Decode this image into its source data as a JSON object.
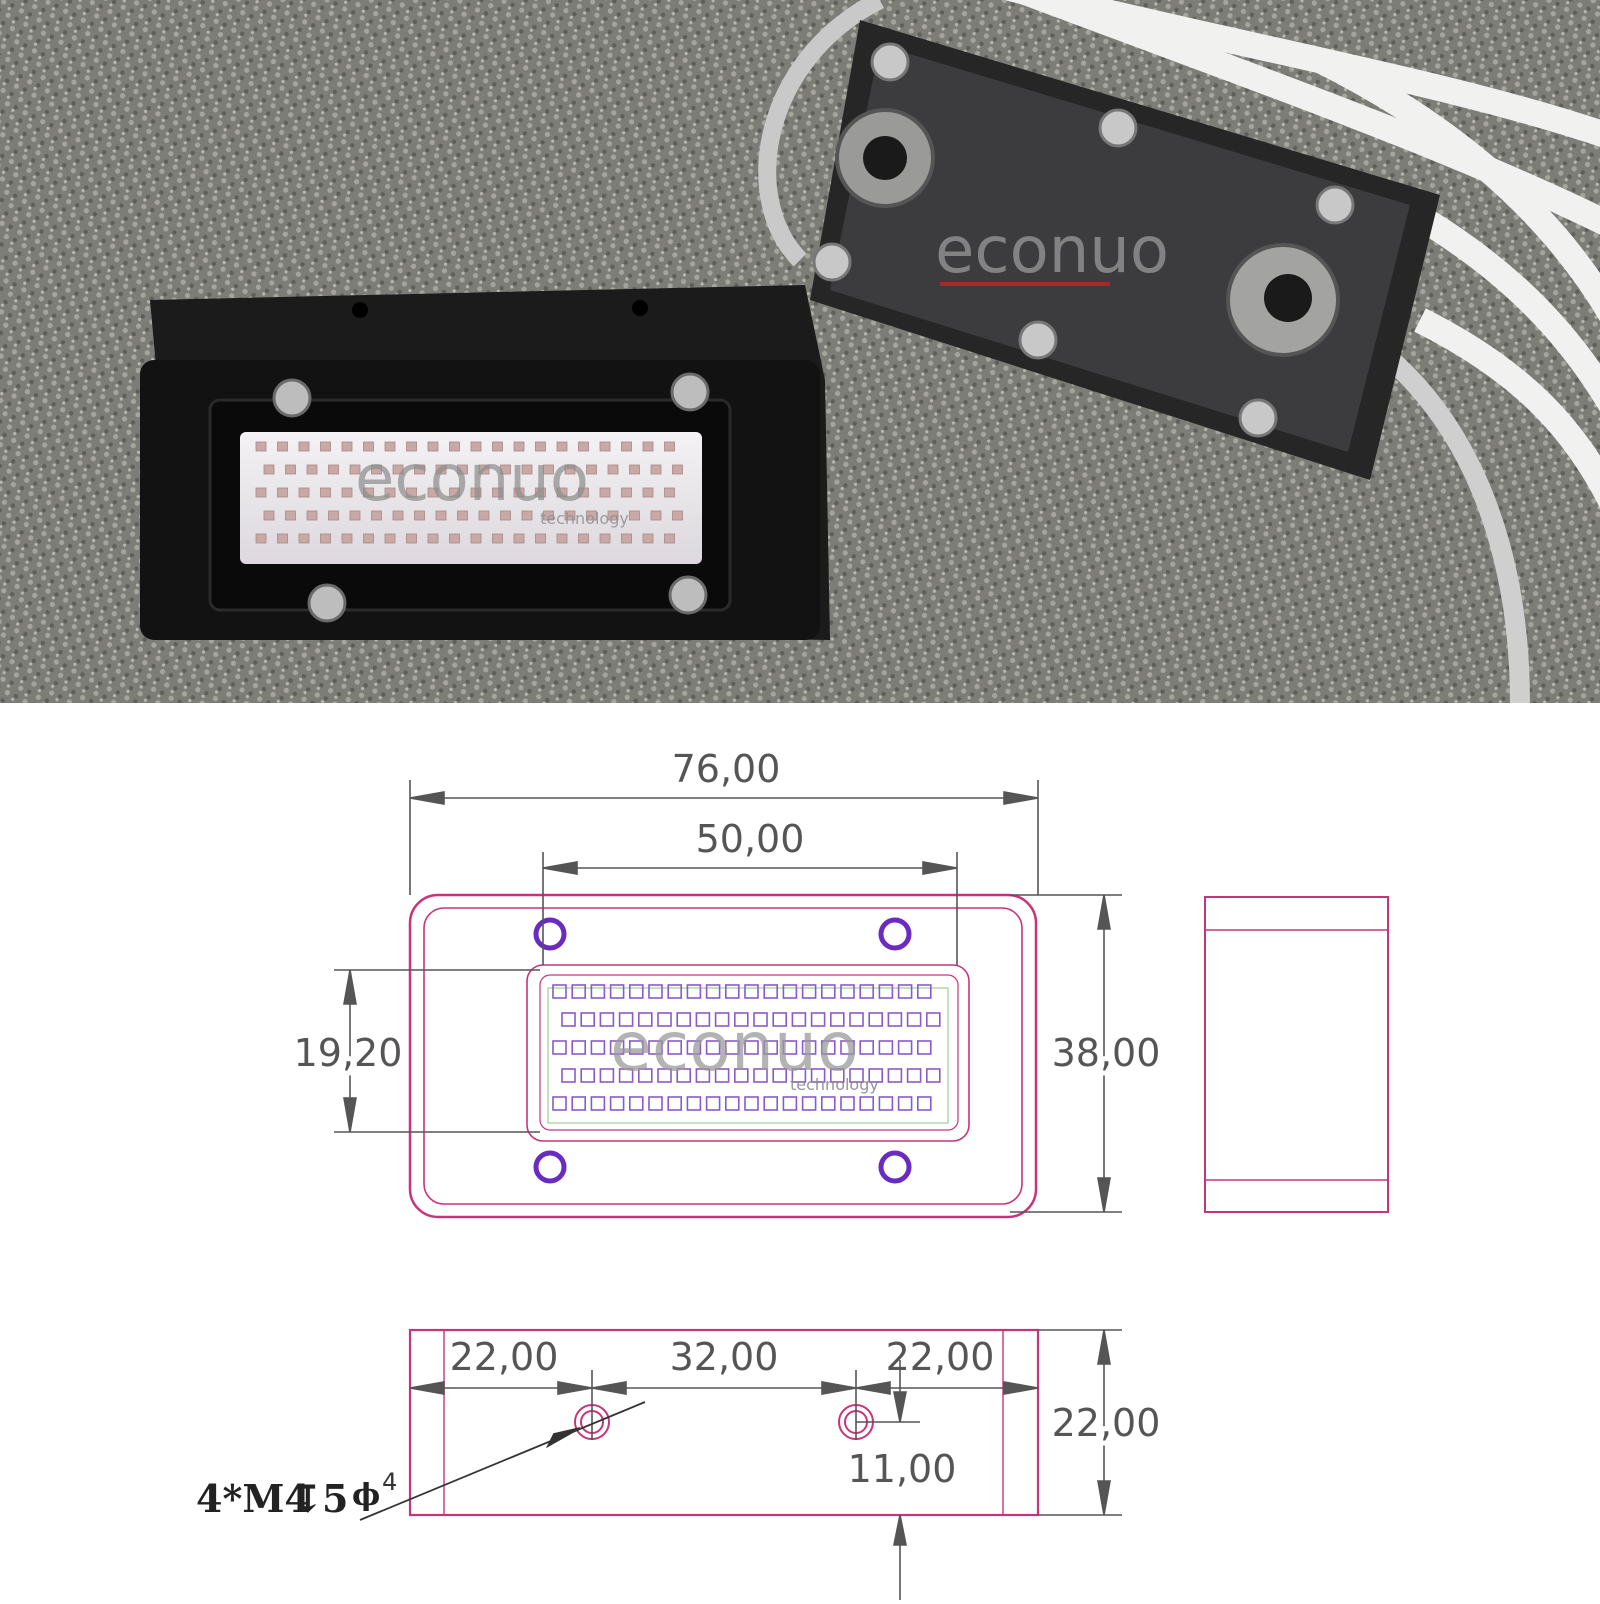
{
  "photo": {
    "watermark_top_right": "econuo",
    "watermark_led": "econuo",
    "watermark_led_sub": "technology"
  },
  "drawing": {
    "front_view": {
      "overall_width": "76,00",
      "led_window_width": "50,00",
      "led_window_height": "19,20",
      "overall_height": "38,00",
      "led_rows": 5,
      "leds_per_row": 20,
      "screws": 4
    },
    "side_view": {
      "edge_left": "22,00",
      "hole_spacing": "32,00",
      "edge_right": "22,00",
      "height": "22,00",
      "hole_depth": "11,00",
      "callout_main": "4*M4",
      "callout_depth_sym": "↧",
      "callout_depth": "5",
      "callout_dia": "ϕ",
      "callout_dia_val": "4"
    },
    "watermark": "econuo",
    "watermark_sub": "technology"
  },
  "colors": {
    "outline": "#c8347a",
    "screw": "#6a2bc2",
    "led": "#8a5ac8",
    "watermark_red": "#d4201b",
    "watermark_gray": "#9a9a9a"
  }
}
